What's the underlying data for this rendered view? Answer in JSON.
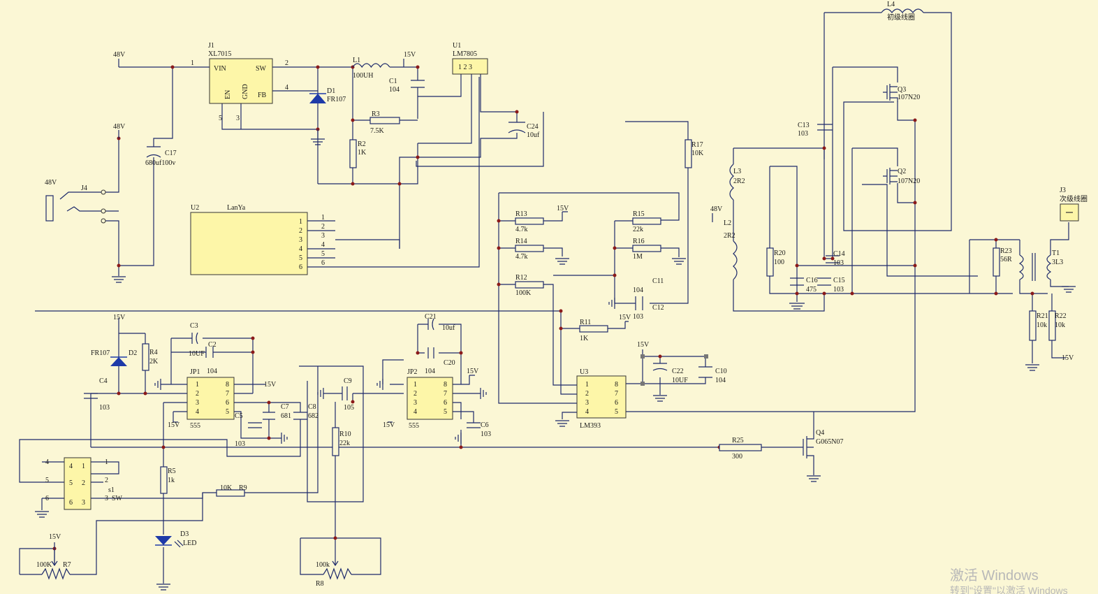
{
  "colors": {
    "background": "#fbf7d5",
    "wire": "#1e2a6b",
    "chip": "#fdf6a8",
    "junction": "#8b1a1a",
    "diode": "#1e3aa8"
  },
  "parts": {
    "j1": {
      "ref": "J1",
      "value": "XL7015",
      "pins": [
        "VIN",
        "SW",
        "EN",
        "GND",
        "FB"
      ],
      "nums": [
        "1",
        "2",
        "4",
        "5",
        "3"
      ]
    },
    "u1": {
      "ref": "U1",
      "value": "LM7805",
      "pins": "1 2 3"
    },
    "u2": {
      "ref": "U2",
      "value": "LanYa",
      "pins": [
        "1",
        "2",
        "3",
        "4",
        "5",
        "6"
      ]
    },
    "l1": {
      "ref": "L1",
      "value": "100UH"
    },
    "c1": {
      "ref": "C1",
      "value": "104"
    },
    "d1": {
      "ref": "D1",
      "value": "FR107"
    },
    "r3": {
      "ref": "R3",
      "value": "7.5K"
    },
    "r2": {
      "ref": "R2",
      "value": "1K"
    },
    "c17": {
      "ref": "C17",
      "value": "680uf100v"
    },
    "c24": {
      "ref": "C24",
      "value": "10uf"
    },
    "j4": {
      "ref": "J4",
      "value": "48V"
    },
    "r17": {
      "ref": "R17",
      "value": "10K"
    },
    "r13": {
      "ref": "R13",
      "value": "4.7k"
    },
    "r14": {
      "ref": "R14",
      "value": "4.7k"
    },
    "r12": {
      "ref": "R12",
      "value": "100K"
    },
    "r15": {
      "ref": "R15",
      "value": "22k"
    },
    "r16": {
      "ref": "R16",
      "value": "1M"
    },
    "c11": {
      "ref": "C11",
      "value": "104"
    },
    "c12": {
      "ref": "C12",
      "value": "103"
    },
    "r11": {
      "ref": "R11",
      "value": "1K"
    },
    "u3": {
      "ref": "U3",
      "value": "LM393"
    },
    "c22": {
      "ref": "C22",
      "value": "10UF"
    },
    "c10": {
      "ref": "C10",
      "value": "104"
    },
    "l4": {
      "ref": "L4",
      "value": "初级线圈"
    },
    "q3": {
      "ref": "Q3",
      "value": "107N20"
    },
    "q2": {
      "ref": "Q2",
      "value": "107N20"
    },
    "c13": {
      "ref": "C13",
      "value": "103"
    },
    "l3": {
      "ref": "L3",
      "value": "2R2"
    },
    "l2": {
      "ref": "L2",
      "value": "2R2"
    },
    "r20": {
      "ref": "R20",
      "value": "100"
    },
    "c14": {
      "ref": "C14",
      "value": "103"
    },
    "c16": {
      "ref": "C16",
      "value": "475"
    },
    "c15": {
      "ref": "C15",
      "value": "103"
    },
    "j3": {
      "ref": "J3",
      "value": "次级线圈"
    },
    "r23": {
      "ref": "R23",
      "value": "56R"
    },
    "t1": {
      "ref": "T1",
      "value": "3L3"
    },
    "r21": {
      "ref": "R21",
      "value": "10k"
    },
    "r22": {
      "ref": "R22",
      "value": "10k"
    },
    "q4": {
      "ref": "Q4",
      "value": "G065N07"
    },
    "r25": {
      "ref": "R25",
      "value": "300"
    },
    "d2": {
      "ref": "D2",
      "value": "FR107"
    },
    "r4": {
      "ref": "R4",
      "value": "2K"
    },
    "c3": {
      "ref": "C3",
      "value": "10UF"
    },
    "c2": {
      "ref": "C2",
      "value": "104"
    },
    "c4": {
      "ref": "C4",
      "value": "103"
    },
    "jp1": {
      "ref": "JP1",
      "value": "555"
    },
    "c7": {
      "ref": "C7",
      "value": "681"
    },
    "c8": {
      "ref": "C8",
      "value": "682"
    },
    "c5": {
      "ref": "C5",
      "value": "103"
    },
    "c9": {
      "ref": "C9",
      "value": "105"
    },
    "jp2": {
      "ref": "JP2",
      "value": "555"
    },
    "c21": {
      "ref": "C21",
      "value": "10uf"
    },
    "c20": {
      "ref": "C20",
      "value": "104"
    },
    "c6": {
      "ref": "C6",
      "value": "103"
    },
    "r10": {
      "ref": "R10",
      "value": "22k"
    },
    "r5": {
      "ref": "R5",
      "value": "1k"
    },
    "r9": {
      "ref": "R9",
      "value": "10K"
    },
    "d3": {
      "ref": "D3",
      "value": "LED"
    },
    "r7": {
      "ref": "R7",
      "value": "100K"
    },
    "r8": {
      "ref": "R8",
      "value": "100k"
    },
    "s1": {
      "ref": "s1",
      "value": "SW",
      "pins": [
        "4",
        "5",
        "6",
        "1",
        "2",
        "3"
      ]
    }
  },
  "ic_pins": [
    "1",
    "2",
    "3",
    "4",
    "5",
    "6",
    "7",
    "8"
  ],
  "nets": {
    "v48": "48V",
    "v15": "15V"
  },
  "watermark": {
    "line1": "激活 Windows",
    "line2": "转到\"设置\"以激活 Windows"
  }
}
